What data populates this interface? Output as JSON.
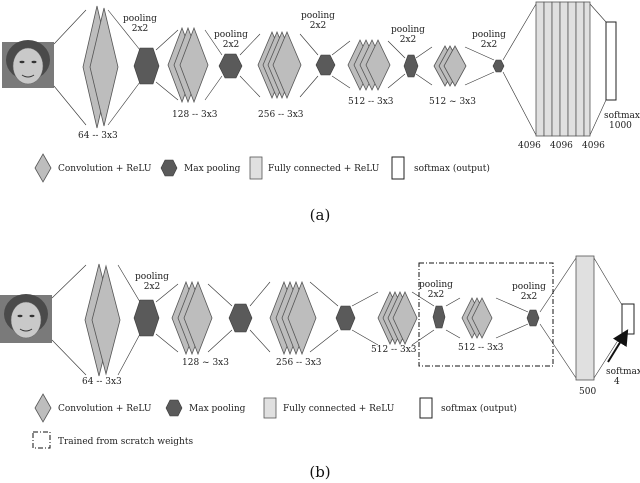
{
  "panel_a": {
    "caption": "(a)",
    "pool_labels": [
      "pooling\n2x2",
      "pooling\n2x2",
      "pooling\n2x2",
      "pooling\n2x2",
      "pooling\n2x2"
    ],
    "conv_labels": [
      "64 -- 3x3",
      "128 -- 3x3",
      "256 -- 3x3",
      "512 -- 3x3",
      "512 ~ 3x3"
    ],
    "fc_labels": [
      "4096",
      "4096",
      "4096"
    ],
    "softmax_label": [
      "softmax",
      "1000"
    ],
    "legend": {
      "conv": "Convolution + ReLU",
      "pool": "Max pooling",
      "fc": "Fully connected + ReLU",
      "softmax": "softmax (output)"
    }
  },
  "panel_b": {
    "caption": "(b)",
    "pool_labels": [
      "pooling\n2x2",
      "pooling\n2x2",
      "pooling\n2x2"
    ],
    "conv_labels": [
      "64 -- 3x3",
      "128 ~ 3x3",
      "256 -- 3x3",
      "512 -- 3x3",
      "512 -- 3x3"
    ],
    "fc_label": "500",
    "softmax_label": [
      "softmax",
      "4"
    ],
    "legend": {
      "conv": "Convolution + ReLU",
      "pool": "Max pooling",
      "fc": "Fully connected + ReLU",
      "softmax": "softmax (output)",
      "scratch": "Trained from scratch weights"
    }
  }
}
